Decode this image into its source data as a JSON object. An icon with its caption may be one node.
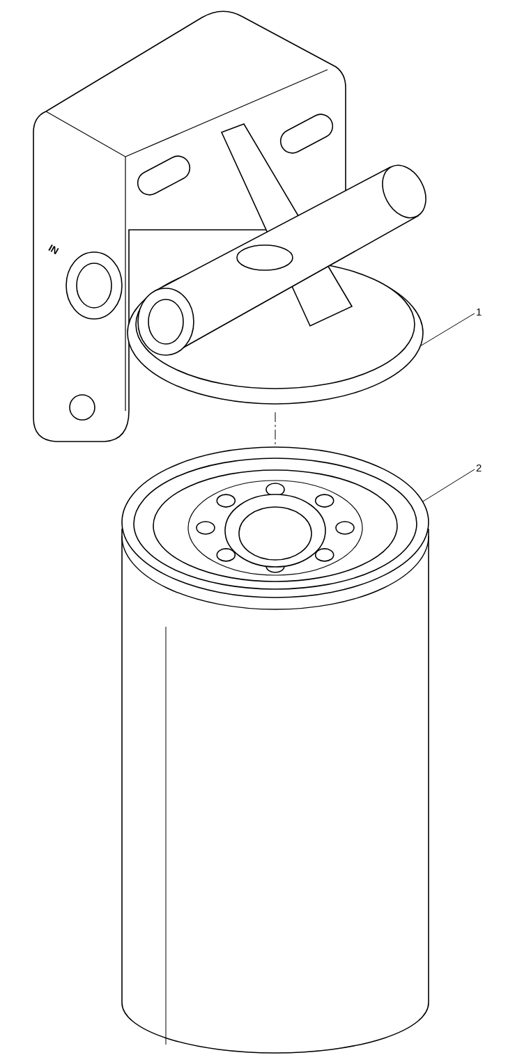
{
  "diagram": {
    "nodes": [
      {
        "text": [
          "1"
        ]
      },
      {
        "text": [],
        "shape": "picture"
      },
      {
        "text": [
          "2"
        ]
      },
      {
        "text": [],
        "shape": "picture"
      }
    ],
    "edges": [
      {
        "from": 0,
        "to": 1,
        "arrow": "none"
      },
      {
        "from": 2,
        "to": 3,
        "arrow": "none"
      }
    ],
    "labels": [
      "IN"
    ]
  }
}
